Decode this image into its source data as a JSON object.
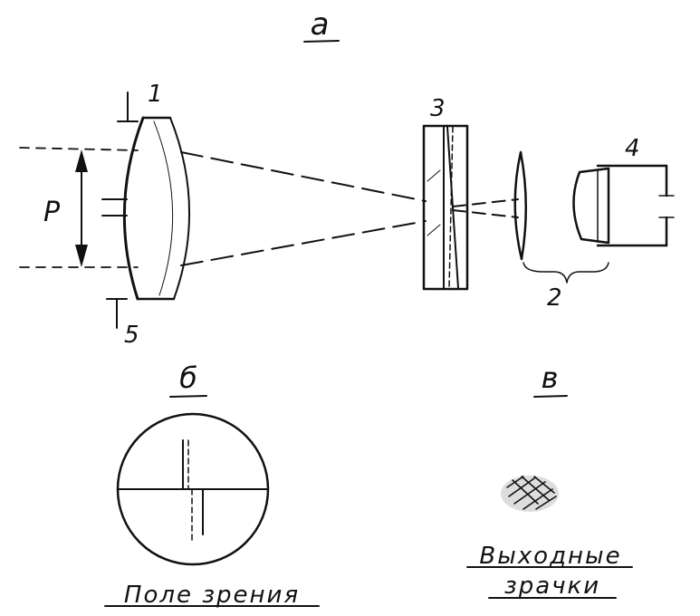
{
  "labels": {
    "part_a": "а",
    "part_b": "б",
    "part_v": "в",
    "num_1": "1",
    "num_2": "2",
    "num_3": "3",
    "num_4": "4",
    "num_5": "5",
    "p_label": "P",
    "field_of_view": "Поле зрения",
    "exit_pupils_line1": "Выходные",
    "exit_pupils_line2": "зрачки"
  },
  "colors": {
    "ink": "#111111",
    "paper": "#ffffff"
  }
}
